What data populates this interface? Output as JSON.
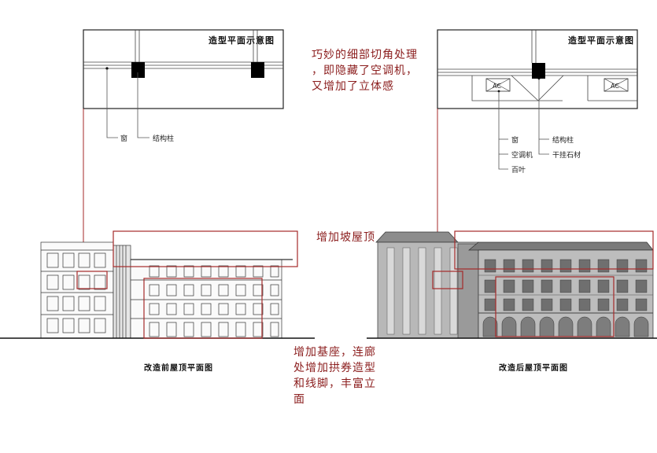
{
  "left_plan": {
    "title": "造型平面示意图",
    "labels": {
      "window": "窗",
      "column": "结构柱"
    }
  },
  "right_plan": {
    "title": "造型平面示意图",
    "labels": {
      "window": "窗",
      "ac": "空调机",
      "louver": "百叶",
      "column": "结构柱",
      "stone": "干挂石材"
    },
    "ac_tag": "AC"
  },
  "notes": {
    "corner": [
      "巧妙的细部切角处理",
      "，即隐藏了空调机，",
      "又增加了立体感"
    ],
    "roof": "增加坡屋顶",
    "base": [
      "增加基座，连廊",
      "处增加拱券造型",
      "和线脚，丰富立",
      "面"
    ]
  },
  "captions": {
    "before": "改造前屋顶平面图",
    "after": "改造后屋顶平面图"
  },
  "colors": {
    "accent": "#a52a2a",
    "note_text": "#8b1d1d"
  }
}
